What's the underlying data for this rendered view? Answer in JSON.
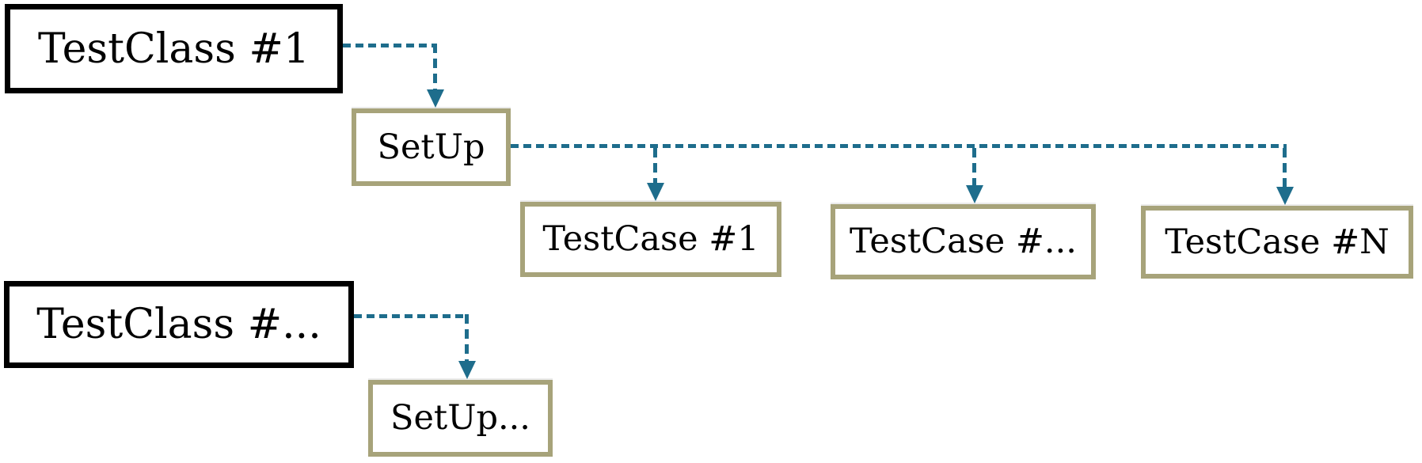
{
  "nodes": {
    "testclass_1": {
      "label": "TestClass #1"
    },
    "setup_1": {
      "label": "SetUp"
    },
    "testcase_1": {
      "label": "TestCase #1"
    },
    "testcase_mid": {
      "label": "TestCase #..."
    },
    "testcase_n": {
      "label": "TestCase #N"
    },
    "testclass_mid": {
      "label": "TestClass #..."
    },
    "setup_mid": {
      "label": "SetUp..."
    }
  },
  "colors": {
    "connector": "#1E6D8C",
    "primary_border": "#000000",
    "secondary_border": "#A7A37A",
    "background": "#FFFFFF",
    "text": "#000000"
  },
  "connections": [
    {
      "from": "testclass_1",
      "to": "setup_1",
      "style": "dashed-arrow"
    },
    {
      "from": "setup_1",
      "to": "testcase_1",
      "style": "dashed-arrow"
    },
    {
      "from": "setup_1",
      "to": "testcase_mid",
      "style": "dashed-arrow"
    },
    {
      "from": "setup_1",
      "to": "testcase_n",
      "style": "dashed-arrow"
    },
    {
      "from": "testclass_mid",
      "to": "setup_mid",
      "style": "dashed-arrow"
    }
  ]
}
